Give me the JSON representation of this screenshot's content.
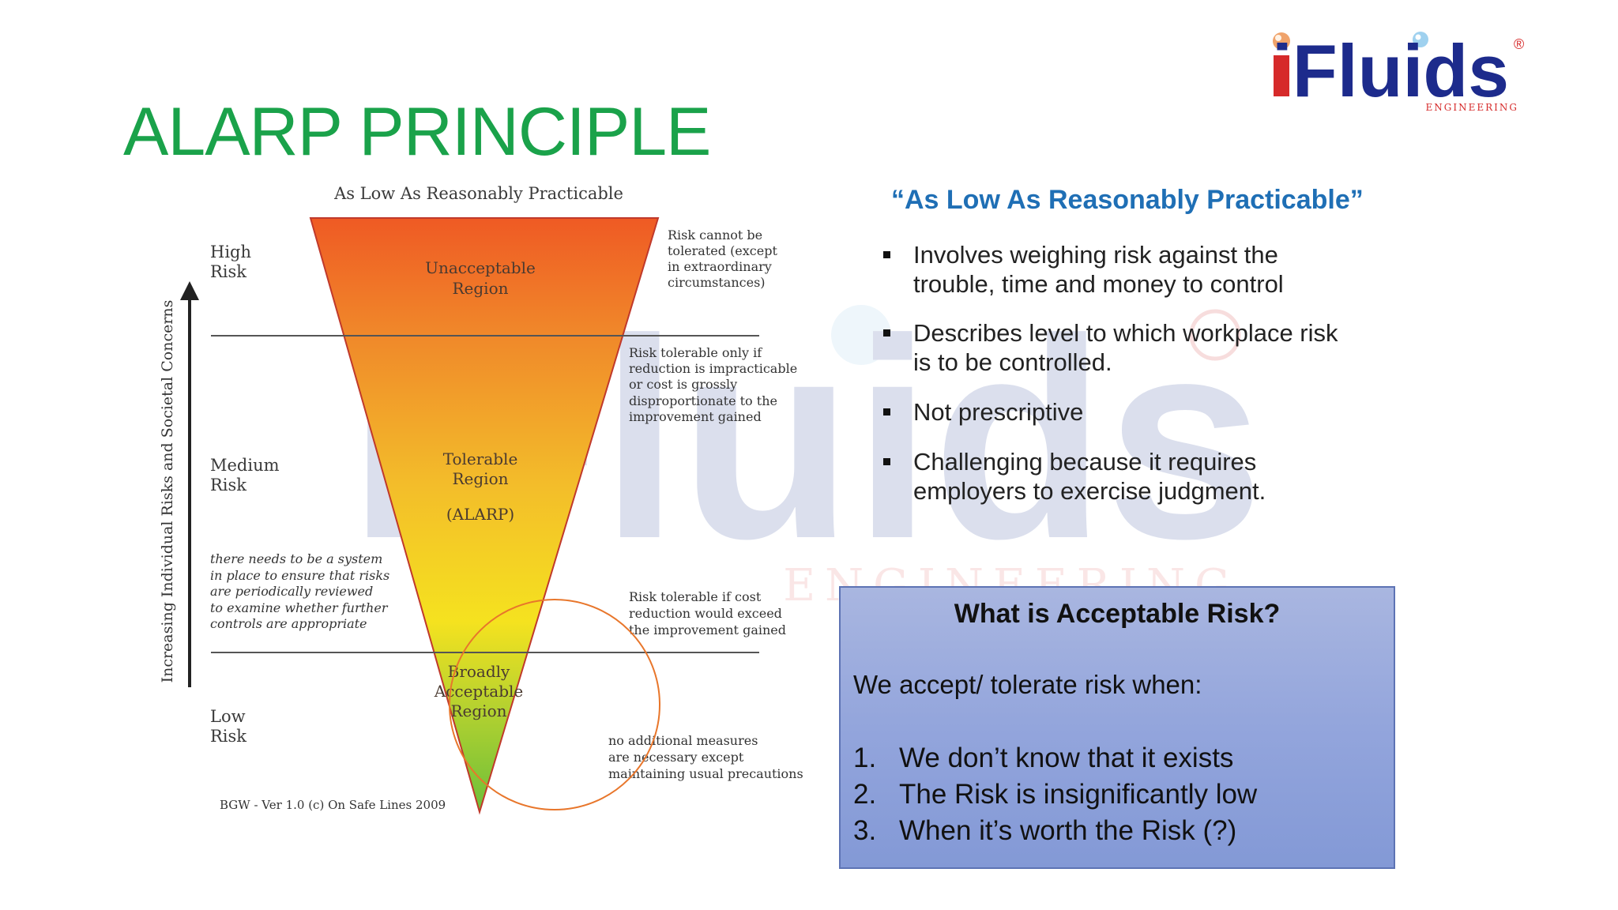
{
  "title": "ALARP PRINCIPLE",
  "logo": {
    "brand": "iFluids",
    "registered": "®",
    "subtitle": "ENGINEERING"
  },
  "watermark": {
    "text": "iFluids",
    "subtitle": "ENGINEERING"
  },
  "diagram": {
    "top_label": "As Low As Reasonably Practicable",
    "axis_label": "Increasing Individual Risks and Societal Concerns",
    "risk_levels": {
      "high": [
        "High",
        "Risk"
      ],
      "medium": [
        "Medium",
        "Risk"
      ],
      "low": [
        "Low",
        "Risk"
      ]
    },
    "regions": {
      "unacceptable": [
        "Unacceptable",
        "Region"
      ],
      "tolerable": [
        "Tolerable",
        "Region"
      ],
      "alarp": "(ALARP)",
      "broadly": [
        "Broadly",
        "Acceptable",
        "Region"
      ]
    },
    "notes": {
      "unacceptable": [
        "Risk cannot be",
        "tolerated (except",
        "in extraordinary",
        "circumstances)"
      ],
      "tolerable_high": [
        "Risk tolerable only if",
        "reduction is impracticable",
        "or cost is grossly",
        "disproportionate to the",
        "improvement gained"
      ],
      "tolerable_low": [
        "Risk tolerable if cost",
        "reduction would exceed",
        "the improvement gained"
      ],
      "broadly": [
        "no additional measures",
        "are necessary except",
        "maintaining usual precautions"
      ],
      "review": [
        "there needs to be a system",
        "in place to ensure that risks",
        "are periodically reviewed",
        "to examine whether further",
        "controls are appropriate"
      ]
    },
    "credit": "BGW - Ver 1.0 (c) On Safe Lines 2009",
    "colors": {
      "top": "#ef5a24",
      "middle": "#f5e21f",
      "bottom": "#6cbf3a",
      "circle": "#e8762b"
    }
  },
  "quote": "“As Low As Reasonably Practicable”",
  "bullets": [
    [
      "Involves weighing risk against the",
      "trouble, time and money to control"
    ],
    [
      "Describes level to which workplace risk",
      "is to be controlled."
    ],
    [
      "Not prescriptive"
    ],
    [
      "Challenging because it requires",
      "employers to exercise judgment."
    ]
  ],
  "acceptable_box": {
    "title": "What is Acceptable Risk?",
    "intro": "We accept/ tolerate risk when:",
    "items": [
      {
        "num": "1.",
        "text": "We don’t know that it exists"
      },
      {
        "num": "2.",
        "text": "The Risk is insignificantly low"
      },
      {
        "num": "3.",
        "text": "When it’s worth the Risk (?)"
      }
    ]
  }
}
